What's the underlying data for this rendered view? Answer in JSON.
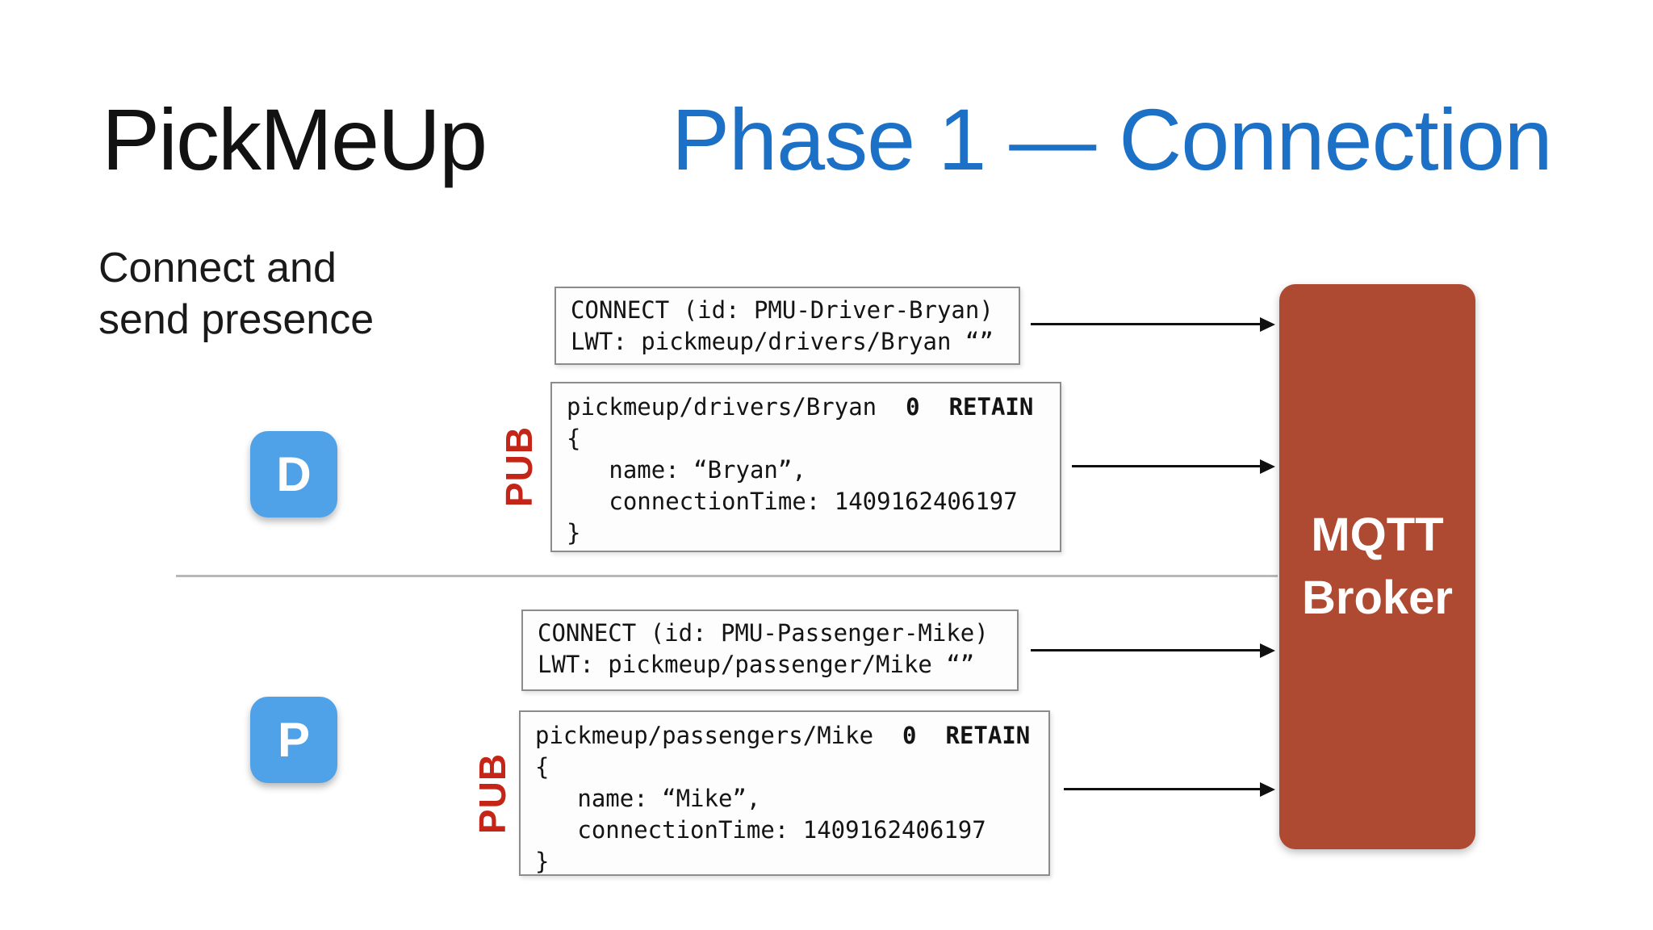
{
  "slide": {
    "app_title": "PickMeUp",
    "phase_title": "Phase 1 — Connection",
    "subtitle": "Connect and\nsend presence",
    "colors": {
      "accent_blue": "#1c70c6",
      "actor_blue": "#4fa1e8",
      "pub_red": "#c52517",
      "broker_red": "#ad4a31"
    }
  },
  "actors": {
    "driver": {
      "label": "D"
    },
    "passenger": {
      "label": "P"
    }
  },
  "driver_flow": {
    "connect_msg": "CONNECT (id: PMU-Driver-Bryan)\nLWT: pickmeup/drivers/Bryan “”",
    "pub_label": "PUB",
    "publish": {
      "topic": "pickmeup/drivers/Bryan",
      "qos": "0",
      "retain": "RETAIN",
      "payload": "{\n   name: “Bryan”,\n   connectionTime: 1409162406197\n}"
    }
  },
  "passenger_flow": {
    "connect_msg": "CONNECT (id: PMU-Passenger-Mike)\nLWT: pickmeup/passenger/Mike “”",
    "pub_label": "PUB",
    "publish": {
      "topic": "pickmeup/passengers/Mike",
      "qos": "0",
      "retain": "RETAIN",
      "payload": "{\n   name: “Mike”,\n   connectionTime: 1409162406197\n}"
    }
  },
  "broker": {
    "label": "MQTT\nBroker"
  }
}
